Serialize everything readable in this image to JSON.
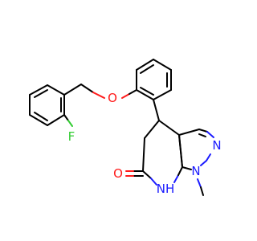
{
  "molecule": {
    "atoms": {
      "fluorine": "F",
      "ether_oxygen": "O",
      "carbonyl_oxygen": "O",
      "amide_nh": "NH",
      "pyrazole_n1": "N",
      "pyrazole_n2": "N"
    },
    "colors": {
      "carbon_bond": "#000000",
      "nitrogen": "#1a1aff",
      "oxygen": "#ff1a1a",
      "fluorine": "#33cc33",
      "background": "#ffffff"
    }
  }
}
